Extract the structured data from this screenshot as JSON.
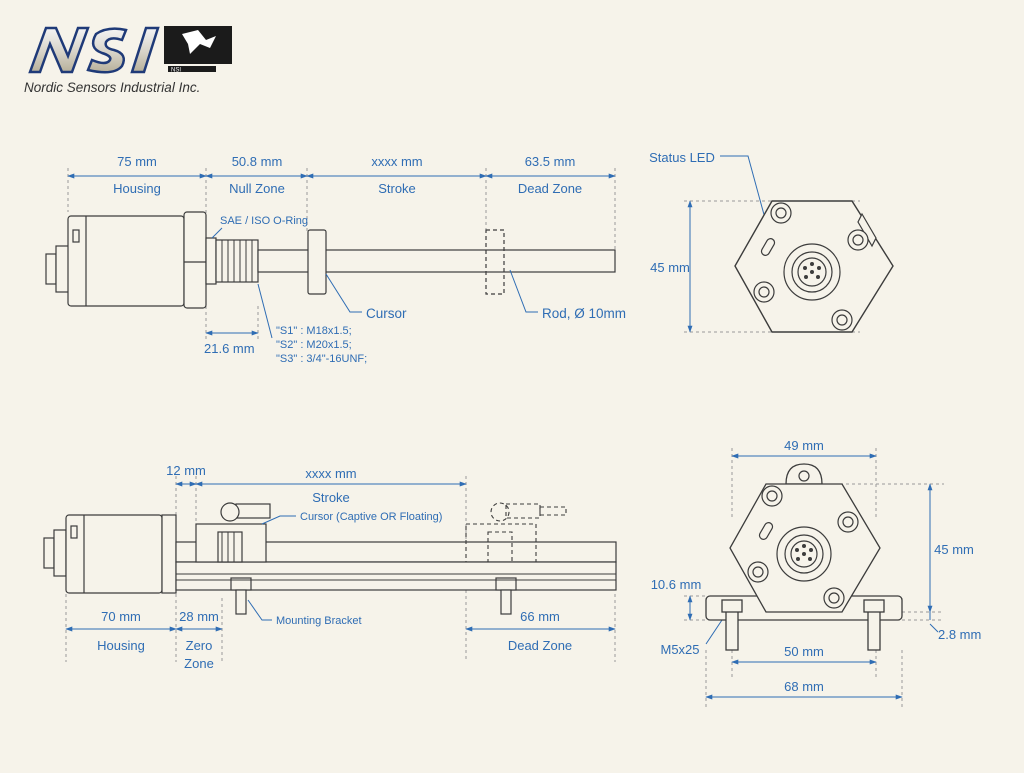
{
  "brand": {
    "logo_text": "NSI",
    "company_name": "Nordic Sensors Industrial Inc."
  },
  "colors": {
    "background": "#f6f3ea",
    "dimension_text": "#2f6db4",
    "outline": "#3c3c3c",
    "dashed_line": "#9a9a9a"
  },
  "top_view": {
    "dim_housing": "75 mm",
    "label_housing": "Housing",
    "dim_null_zone": "50.8 mm",
    "label_null_zone": "Null Zone",
    "dim_stroke": "xxxx mm",
    "label_stroke": "Stroke",
    "dim_dead_zone": "63.5 mm",
    "label_dead_zone": "Dead Zone",
    "oring_note": "SAE / ISO O-Ring",
    "cursor_label": "Cursor",
    "rod_label": "Rod, Ø 10mm",
    "dim_thread": "21.6 mm",
    "thread_options": [
      "\"S1\" : M18x1.5;",
      "\"S2\" : M20x1.5;",
      "\"S3\" : 3/4\"-16UNF;"
    ]
  },
  "end_view_top": {
    "status_led": "Status LED",
    "dim_height": "45 mm"
  },
  "bottom_view": {
    "dim_12": "12 mm",
    "dim_stroke": "xxxx mm",
    "label_stroke": "Stroke",
    "cursor_note": "Cursor (Captive OR Floating)",
    "bracket_note": "Mounting Bracket",
    "dim_housing": "70 mm",
    "label_housing": "Housing",
    "dim_zero": "28 mm",
    "label_zero_1": "Zero",
    "label_zero_2": "Zone",
    "dim_dead": "66 mm",
    "label_dead": "Dead Zone"
  },
  "end_view_bottom": {
    "dim_width": "49 mm",
    "dim_height": "45 mm",
    "dim_10_6": "10.6 mm",
    "dim_2_8": "2.8 mm",
    "screw": "M5x25",
    "dim_50": "50 mm",
    "dim_68": "68 mm"
  }
}
